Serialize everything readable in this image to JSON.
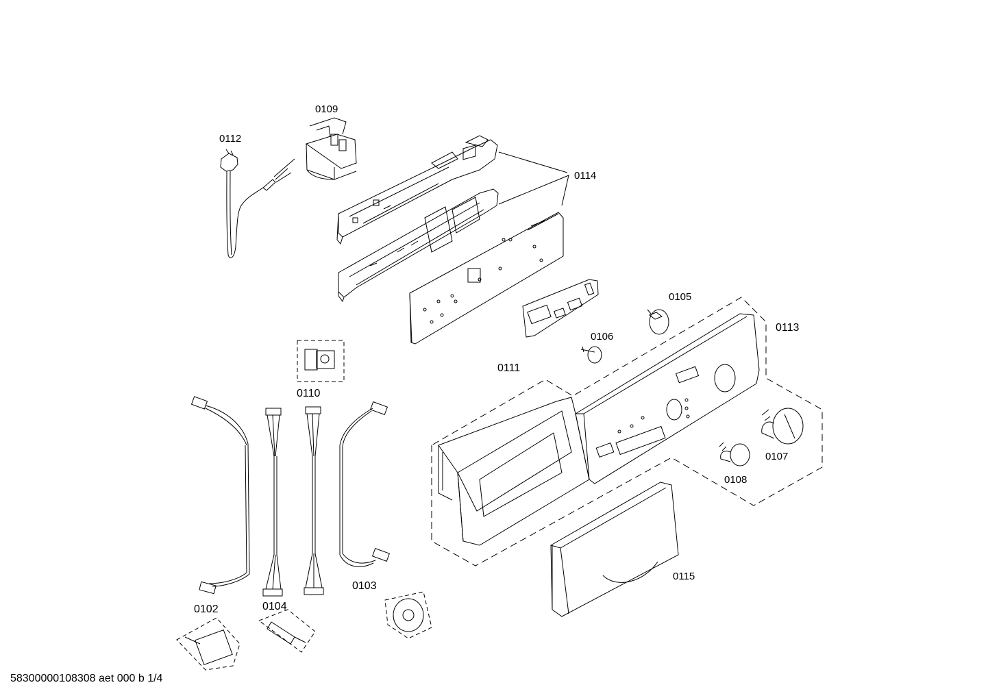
{
  "parts": {
    "p0102": "0102",
    "p0103": "0103",
    "p0104": "0104",
    "p0105": "0105",
    "p0106": "0106",
    "p0107": "0107",
    "p0108": "0108",
    "p0109": "0109",
    "p0110": "0110",
    "p0111": "0111",
    "p0112": "0112",
    "p0113": "0113",
    "p0114": "0114",
    "p0115": "0115"
  },
  "footer": {
    "document_code": "58300000108308 aet 000 b 1/4"
  }
}
